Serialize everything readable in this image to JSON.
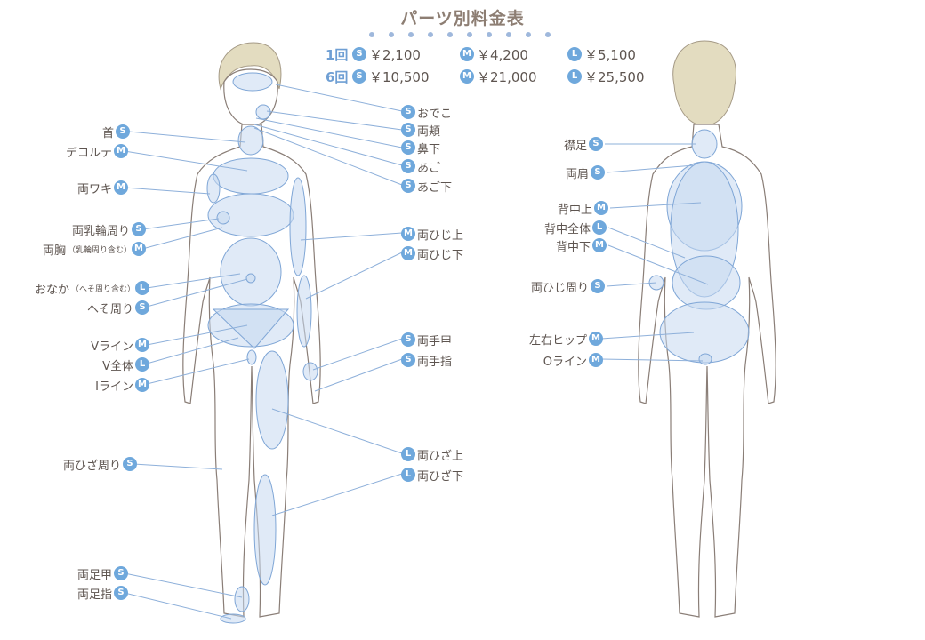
{
  "title": "パーツ別料金表",
  "prices": [
    {
      "count": "1回",
      "items": [
        {
          "size": "S",
          "price": "￥2,100"
        },
        {
          "size": "M",
          "price": "￥4,200"
        },
        {
          "size": "L",
          "price": "￥5,100"
        }
      ]
    },
    {
      "count": "6回",
      "items": [
        {
          "size": "S",
          "price": "￥10,500"
        },
        {
          "size": "M",
          "price": "￥21,000"
        },
        {
          "size": "L",
          "price": "￥25,500"
        }
      ]
    }
  ],
  "front_labels": [
    {
      "text": "首",
      "size": "S"
    },
    {
      "text": "デコルテ",
      "size": "M"
    },
    {
      "text": "両ワキ",
      "size": "M"
    },
    {
      "text": "両乳輪周り",
      "size": "S"
    },
    {
      "text": "両胸",
      "sub": "（乳輪周り含む）",
      "size": "M"
    },
    {
      "text": "おなか",
      "sub": "（へそ周り含む）",
      "size": "L"
    },
    {
      "text": "へそ周り",
      "size": "S"
    },
    {
      "text": "Vライン",
      "size": "M"
    },
    {
      "text": "V全体",
      "size": "L"
    },
    {
      "text": "Iライン",
      "size": "M"
    },
    {
      "text": "両ひざ周り",
      "size": "S"
    },
    {
      "text": "両足甲",
      "size": "S"
    },
    {
      "text": "両足指",
      "size": "S"
    },
    {
      "text": "おでこ",
      "size": "S"
    },
    {
      "text": "両頬",
      "size": "S"
    },
    {
      "text": "鼻下",
      "size": "S"
    },
    {
      "text": "あご",
      "size": "S"
    },
    {
      "text": "あご下",
      "size": "S"
    },
    {
      "text": "両ひじ上",
      "size": "M"
    },
    {
      "text": "両ひじ下",
      "size": "M"
    },
    {
      "text": "両手甲",
      "size": "S"
    },
    {
      "text": "両手指",
      "size": "S"
    },
    {
      "text": "両ひざ上",
      "size": "L"
    },
    {
      "text": "両ひざ下",
      "size": "L"
    }
  ],
  "back_labels": [
    {
      "text": "襟足",
      "size": "S"
    },
    {
      "text": "両肩",
      "size": "S"
    },
    {
      "text": "背中上",
      "size": "M"
    },
    {
      "text": "背中全体",
      "size": "L"
    },
    {
      "text": "背中下",
      "size": "M"
    },
    {
      "text": "両ひじ周り",
      "size": "S"
    },
    {
      "text": "左右ヒップ",
      "size": "M"
    },
    {
      "text": "Oライン",
      "size": "M"
    }
  ],
  "colors": {
    "badge": "#6fa8dc",
    "zone": "#c6d9f0",
    "line": "#8eb0da",
    "text": "#5e5550"
  }
}
